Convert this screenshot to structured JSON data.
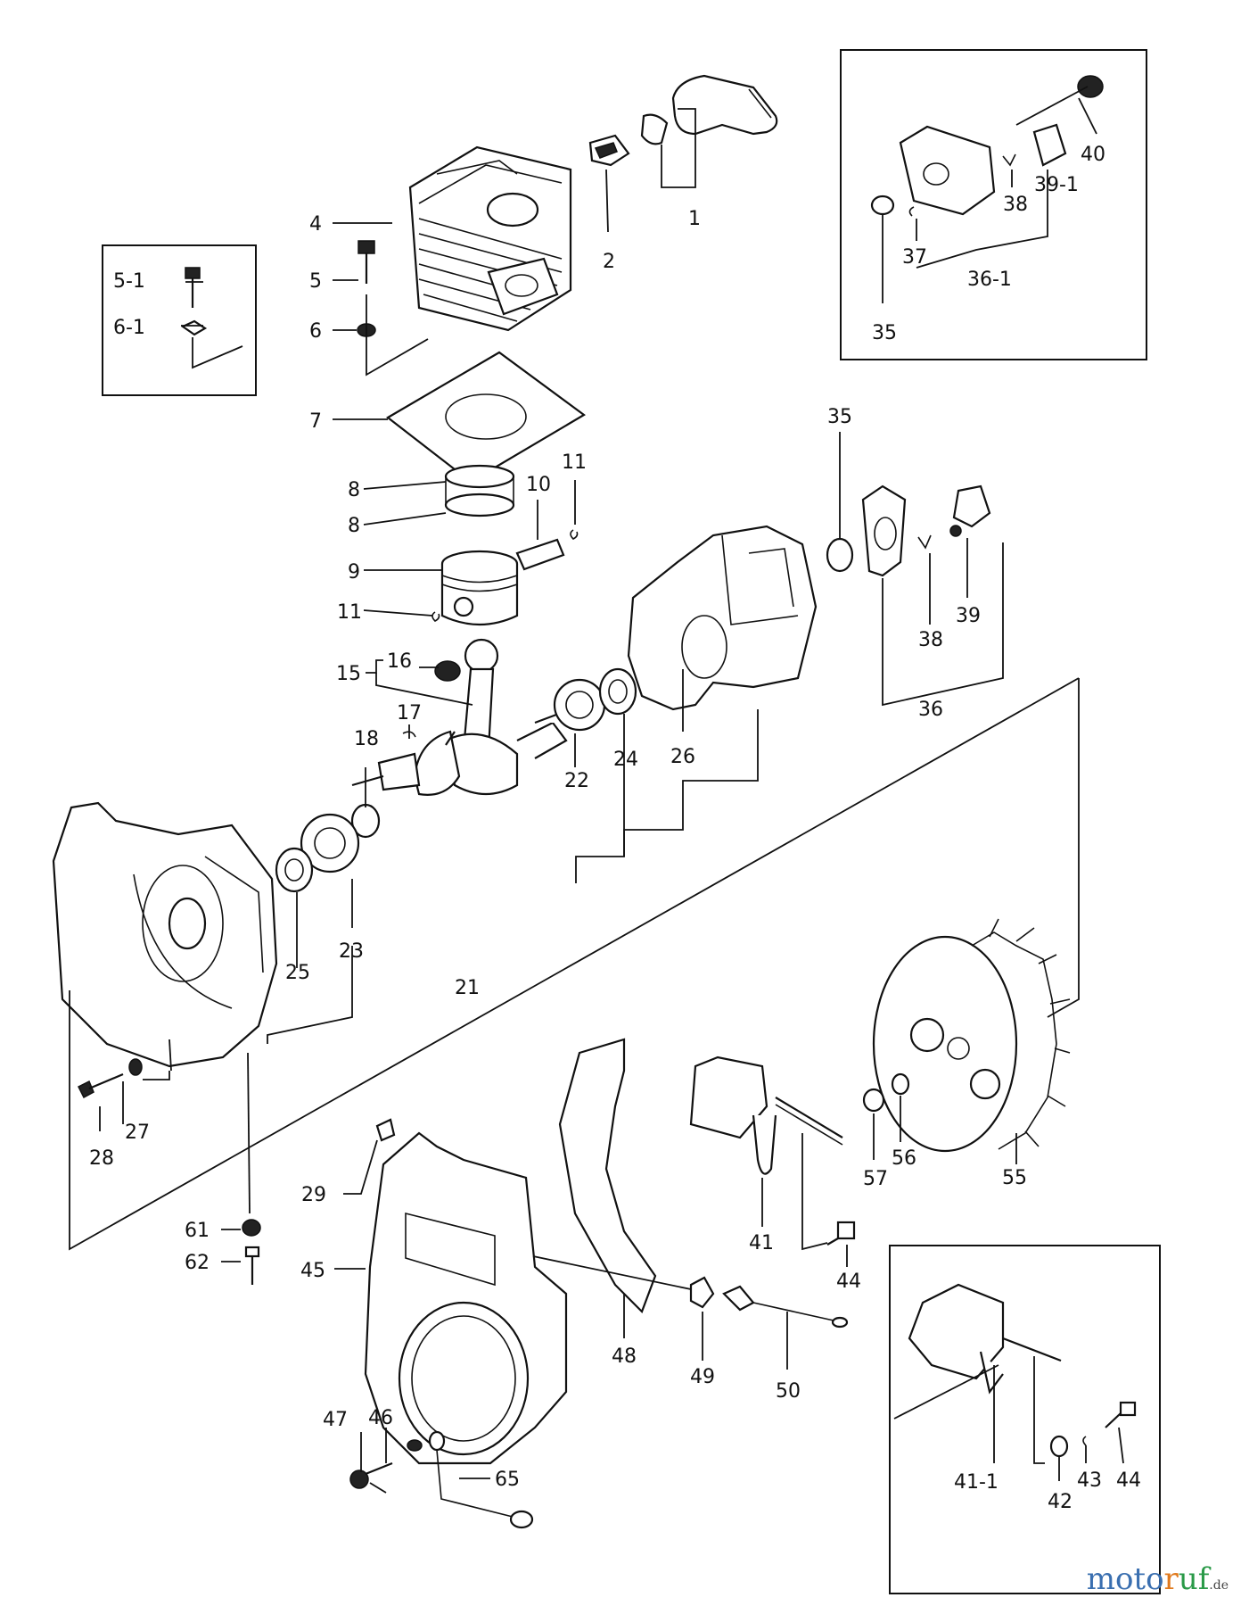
{
  "parts": {
    "p1": "1",
    "p2": "2",
    "p4": "4",
    "p5_1": "5-1",
    "p5": "5",
    "p6_1": "6-1",
    "p6": "6",
    "p7": "7",
    "p8a": "8",
    "p8b": "8",
    "p9": "9",
    "p10": "10",
    "p11a": "11",
    "p11b": "11",
    "p15": "15",
    "p16": "16",
    "p17": "17",
    "p18": "18",
    "p21": "21",
    "p22": "22",
    "p23": "23",
    "p24": "24",
    "p25": "25",
    "p26": "26",
    "p27": "27",
    "p28": "28",
    "p29": "29",
    "p35a": "35",
    "p35b": "35",
    "p36": "36",
    "p36_1": "36-1",
    "p37": "37",
    "p38a": "38",
    "p38b": "38",
    "p39": "39",
    "p39_1": "39-1",
    "p40": "40",
    "p41": "41",
    "p41_1": "41-1",
    "p42": "42",
    "p43": "43",
    "p44a": "44",
    "p44b": "44",
    "p45": "45",
    "p46": "46",
    "p47": "47",
    "p48": "48",
    "p49": "49",
    "p50": "50",
    "p55": "55",
    "p56": "56",
    "p57": "57",
    "p61": "61",
    "p62": "62",
    "p65": "65"
  },
  "watermark": {
    "part1": "moto",
    "part2": "r",
    "part3": "uf",
    "suffix": ".de"
  }
}
